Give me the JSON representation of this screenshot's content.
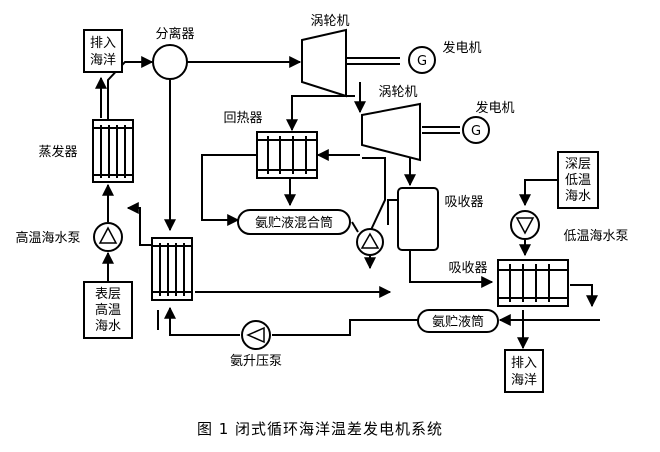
{
  "title": "图 1 闭式循环海洋温差发电机系统",
  "labels": {
    "outlet_sea_top": [
      "排入",
      "海洋"
    ],
    "separator": "分离器",
    "turbine_1": "涡轮机",
    "generator_1": "发电机",
    "turbine_2": "涡轮机",
    "generator_2": "发电机",
    "regenerator": "回热器",
    "evaporator": "蒸发器",
    "absorber_1": "吸收器",
    "deep_cold_water": [
      "深层",
      "低温",
      "海水"
    ],
    "warm_water_pump": "高温海水泵",
    "ammonia_mix_tank": "氨贮液混合筒",
    "cold_water_pump": "低温海水泵",
    "absorber_2": "吸收器",
    "surface_warm_water": [
      "表层",
      "高温",
      "海水"
    ],
    "ammonia_tank": "氨贮液筒",
    "ammonia_pump": "氨升压泵",
    "outlet_sea_bottom": [
      "排入",
      "海洋"
    ],
    "generator_symbol": "G"
  }
}
